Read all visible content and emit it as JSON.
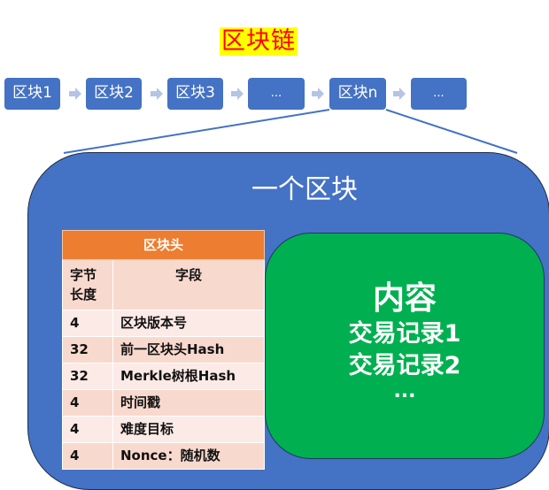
{
  "title": "区块链",
  "chain": {
    "blocks": [
      {
        "label": "区块1"
      },
      {
        "label": "区块2"
      },
      {
        "label": "区块3"
      },
      {
        "label": "..."
      },
      {
        "label": "区块n"
      },
      {
        "label": "..."
      }
    ],
    "arrow_icon": "right-arrow-icon",
    "highlighted_block": "区块n"
  },
  "block_detail": {
    "title": "一个区块",
    "header_table": {
      "title": "区块头",
      "columns": [
        "字节长度",
        "字段"
      ],
      "column_labels": {
        "bytes_line1": "字节",
        "bytes_line2": "长度",
        "field": "字段"
      },
      "rows": [
        {
          "bytes": "4",
          "field": "区块版本号"
        },
        {
          "bytes": "32",
          "field": "前一区块头Hash"
        },
        {
          "bytes": "32",
          "field": "Merkle树根Hash"
        },
        {
          "bytes": "4",
          "field": "时间戳"
        },
        {
          "bytes": "4",
          "field": "难度目标"
        },
        {
          "bytes": "4",
          "field": "Nonce：随机数"
        }
      ]
    },
    "content": {
      "title": "内容",
      "lines": [
        "交易记录1",
        "交易记录2"
      ],
      "more": "..."
    }
  },
  "colors": {
    "title_bg": "#ffff00",
    "title_text": "#ff0000",
    "block_blue": "#4472c4",
    "arrow": "#b4c4e4",
    "table_header": "#ed7d31",
    "row_dark": "#f8d9ce",
    "row_light": "#fbeae6",
    "content_green": "#00b050"
  }
}
